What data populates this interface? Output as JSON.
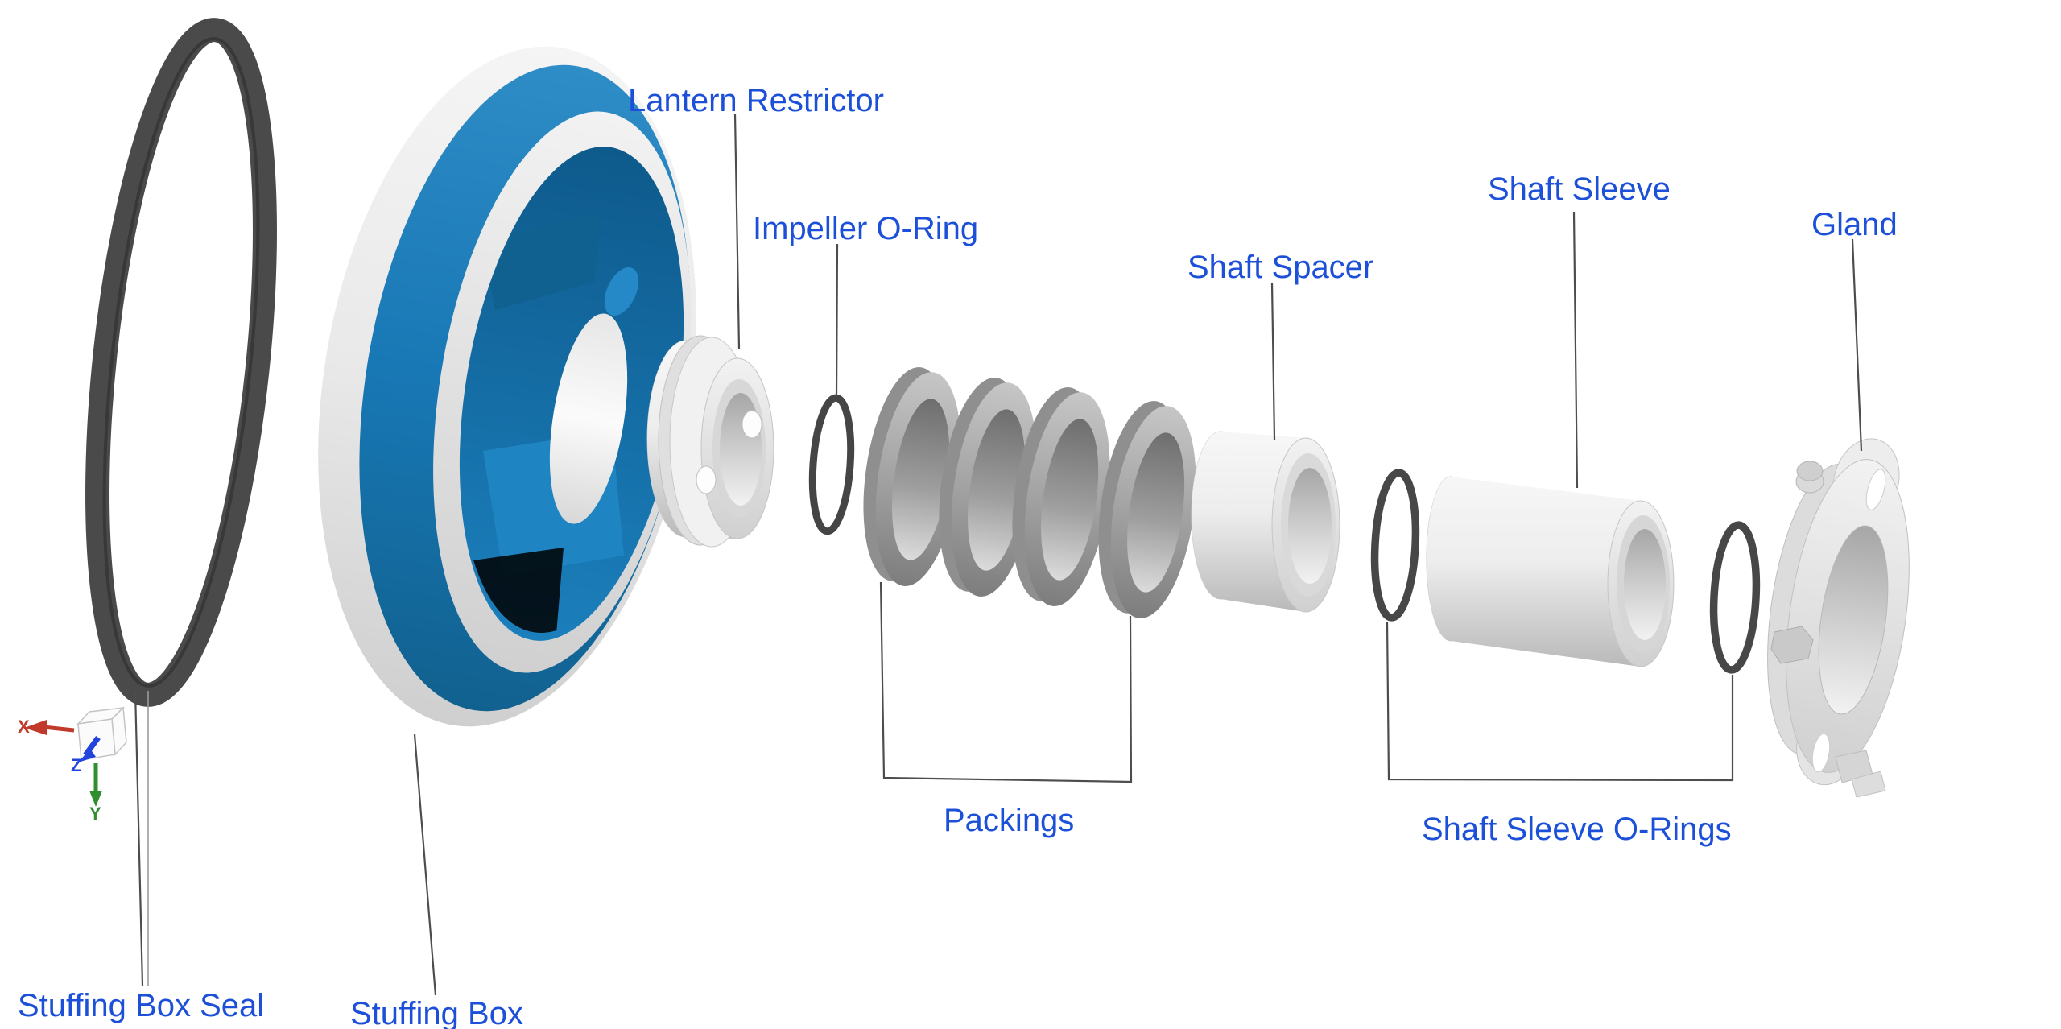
{
  "diagram": {
    "title_context": "Pump stuffing box exploded view",
    "background": "#ffffff",
    "label_color": "#1d50d9",
    "leader_color": "#4d4d4d",
    "labels": {
      "lantern_restrictor": "Lantern Restrictor",
      "impeller_o_ring": "Impeller O-Ring",
      "shaft_spacer": "Shaft Spacer",
      "shaft_sleeve": "Shaft Sleeve",
      "gland": "Gland",
      "packings": "Packings",
      "shaft_sleeve_o_rings": "Shaft Sleeve O-Rings",
      "stuffing_box_seal": "Stuffing Box Seal",
      "stuffing_box": "Stuffing Box"
    },
    "axis_triad": {
      "x": {
        "label": "X",
        "color": "#c0392b"
      },
      "y": {
        "label": "Y",
        "color": "#2f8f2f"
      },
      "z": {
        "label": "Z",
        "color": "#2244dd"
      }
    },
    "part_colors": {
      "stuffing_box_blue": "#1878b5",
      "metal_light_gray": "#e9e9e9",
      "packing_gray": "#9d9d9d",
      "seal_dark_gray": "#4a4a4a"
    }
  }
}
